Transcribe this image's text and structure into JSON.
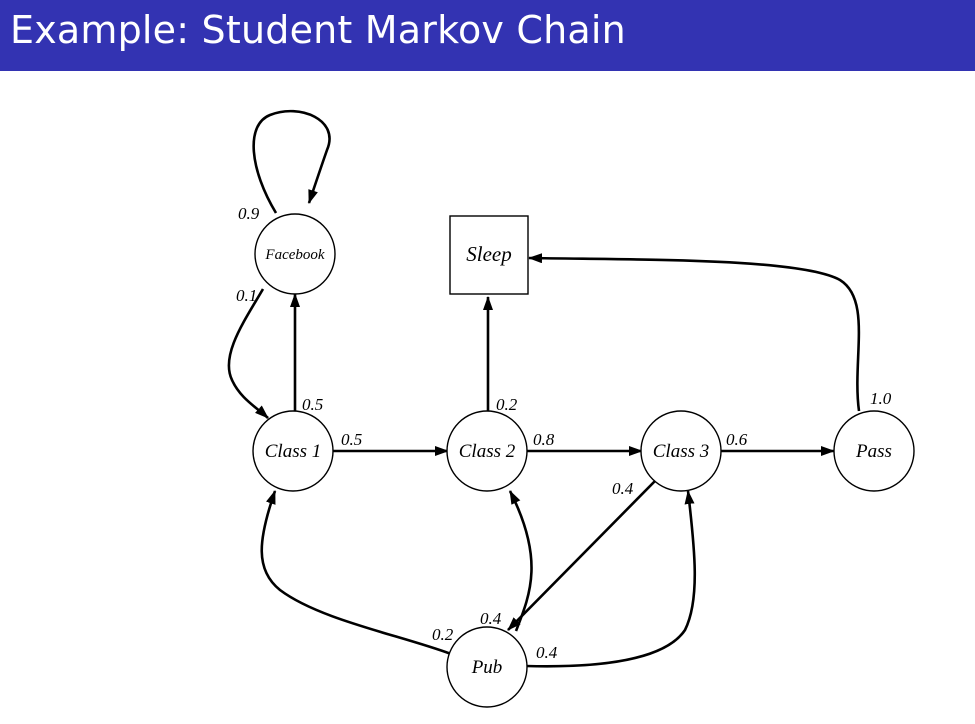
{
  "slide": {
    "title": "Example: Student Markov Chain"
  },
  "nodes": {
    "facebook": "Facebook",
    "sleep": "Sleep",
    "class1": "Class 1",
    "class2": "Class 2",
    "class3": "Class 3",
    "pass": "Pass",
    "pub": "Pub"
  },
  "edges": {
    "facebook_self": "0.9",
    "facebook_to_class1": "0.1",
    "class1_to_facebook": "0.5",
    "class1_to_class2": "0.5",
    "class2_to_sleep": "0.2",
    "class2_to_class3": "0.8",
    "class3_to_pass": "0.6",
    "class3_to_pub": "0.4",
    "pass_to_sleep": "1.0",
    "pub_to_class1": "0.2",
    "pub_to_class2": "0.4",
    "pub_to_class3": "0.4"
  }
}
